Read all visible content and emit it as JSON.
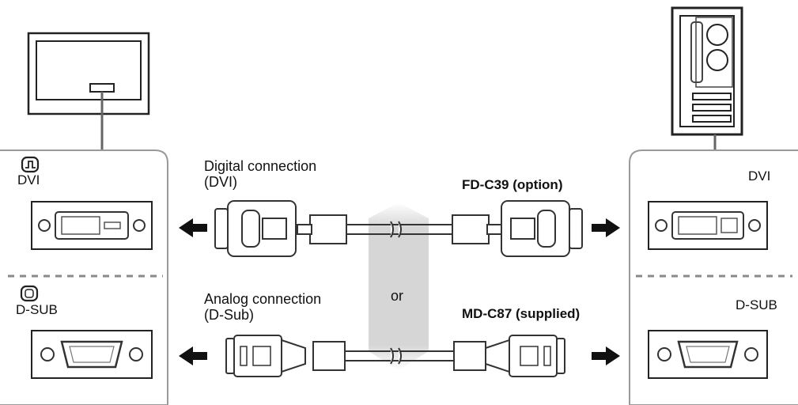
{
  "monitor_panel": {
    "dvi_label": "DVI",
    "dsub_label": "D-SUB",
    "dvi_icon": "digital-signal-icon",
    "dsub_icon": "analog-signal-icon"
  },
  "pc_panel": {
    "dvi_label": "DVI",
    "dsub_label": "D-SUB"
  },
  "digital": {
    "line1": "Digital connection",
    "line2": "(DVI)",
    "cable": "FD-C39 (option)"
  },
  "analog": {
    "line1": "Analog connection",
    "line2": "(D-Sub)",
    "cable": "MD-C87 (supplied)"
  },
  "or_text": "or",
  "colors": {
    "line": "#333333",
    "panel_border": "#9a9a9a",
    "divider": "#8a8a8a",
    "band": "#d9d9d9"
  }
}
